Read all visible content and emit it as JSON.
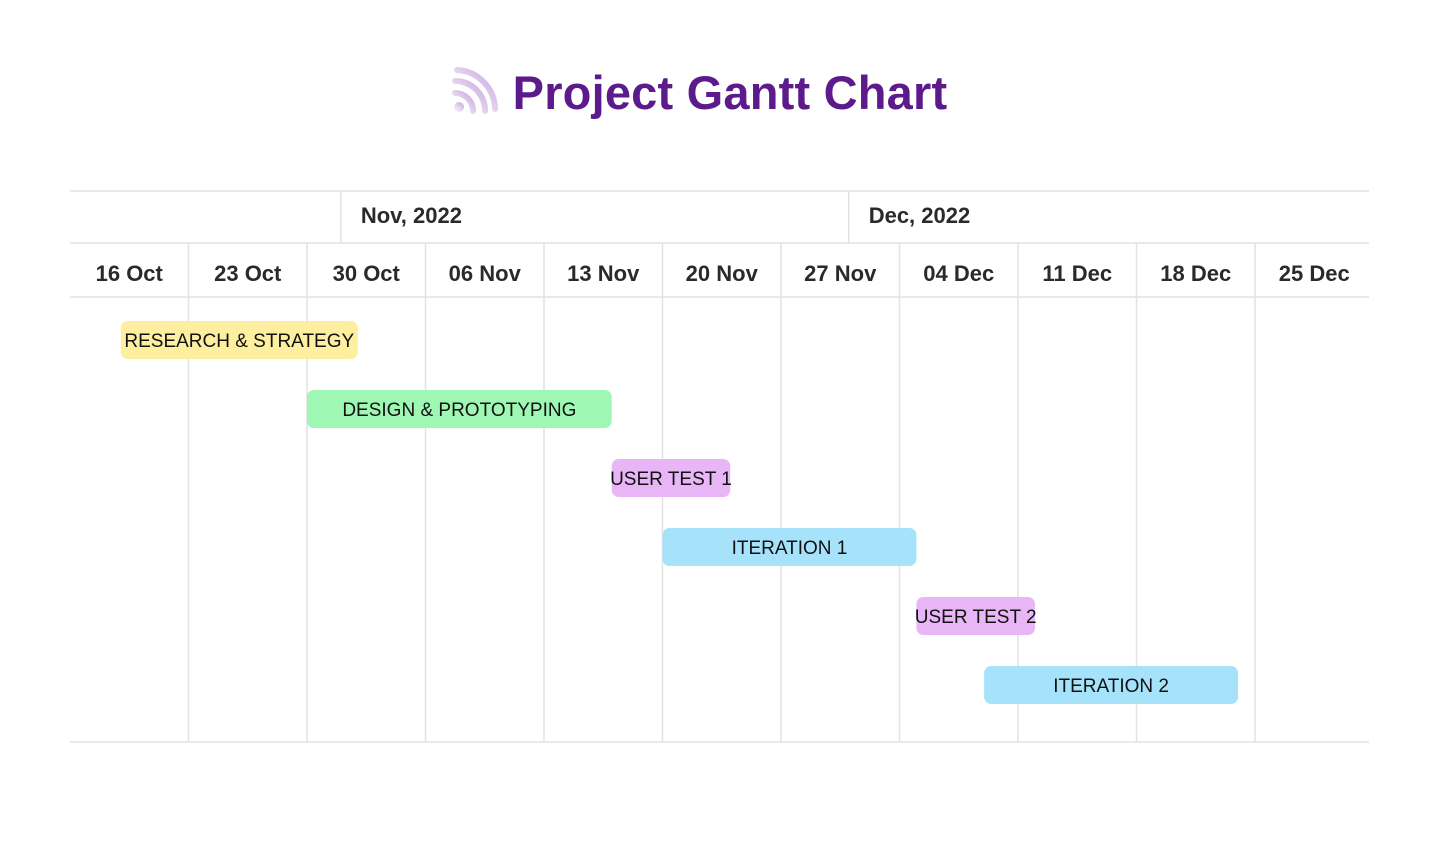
{
  "title": "Project Gantt Chart",
  "icon": "signal-arcs-icon",
  "colors": {
    "title": "#5c1a8c",
    "research": "#fdeea0",
    "design": "#9ef7b2",
    "user_test": "#e8b5f7",
    "iteration": "#a6e3fb"
  },
  "chart_data": {
    "type": "gantt",
    "title": "Project Gantt Chart",
    "months": [
      {
        "label": "Nov, 2022",
        "start": "2022-11-01"
      },
      {
        "label": "Dec, 2022",
        "start": "2022-12-01"
      }
    ],
    "weeks": [
      "16 Oct",
      "23 Oct",
      "30 Oct",
      "06 Nov",
      "13 Nov",
      "20 Nov",
      "27 Nov",
      "04 Dec",
      "11 Dec",
      "18 Dec",
      "25 Dec"
    ],
    "week_start_dates": [
      "2022-10-16",
      "2022-10-23",
      "2022-10-30",
      "2022-11-06",
      "2022-11-13",
      "2022-11-20",
      "2022-11-27",
      "2022-12-04",
      "2022-12-11",
      "2022-12-18",
      "2022-12-25"
    ],
    "tasks": [
      {
        "name": "RESEARCH & STRATEGY",
        "start": "2022-10-19",
        "end": "2022-11-02",
        "color": "#fdeea0"
      },
      {
        "name": "DESIGN & PROTOTYPING",
        "start": "2022-10-30",
        "end": "2022-11-17",
        "color": "#9ef7b2"
      },
      {
        "name": "USER TEST 1",
        "start": "2022-11-17",
        "end": "2022-11-24",
        "color": "#e8b5f7"
      },
      {
        "name": "ITERATION 1",
        "start": "2022-11-20",
        "end": "2022-12-05",
        "color": "#a6e3fb"
      },
      {
        "name": "USER TEST 2",
        "start": "2022-12-05",
        "end": "2022-12-12",
        "color": "#e8b5f7"
      },
      {
        "name": "ITERATION 2",
        "start": "2022-12-09",
        "end": "2022-12-24",
        "color": "#a6e3fb"
      }
    ]
  }
}
